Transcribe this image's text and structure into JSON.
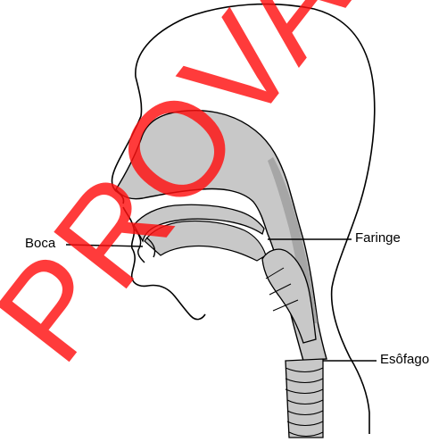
{
  "labels": {
    "mouth": "Boca",
    "pharynx": "Faringe",
    "esophagus": "Esôfago"
  },
  "watermark": "PROVA",
  "colors": {
    "outline": "#000000",
    "tract_fill": "#c8c8c8",
    "tract_shade": "#a6a6a6",
    "watermark": "#ff1010",
    "background": "#ffffff"
  },
  "icons": [
    "head-profile-outline",
    "upper-digestive-tract"
  ]
}
